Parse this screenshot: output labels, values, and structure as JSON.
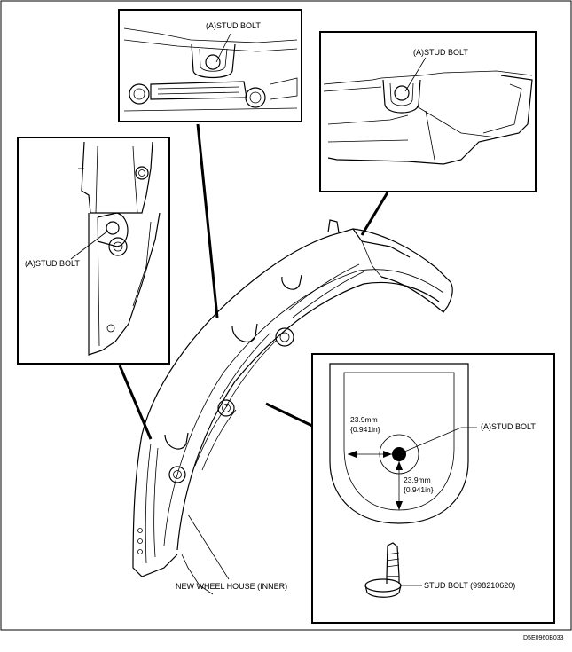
{
  "labels": {
    "stud_bolt_a_top": "(A)STUD BOLT",
    "stud_bolt_a_right": "(A)STUD BOLT",
    "stud_bolt_a_left": "(A)STUD BOLT",
    "stud_bolt_a_detail": "(A)STUD BOLT",
    "dim_horizontal_mm": "23.9mm",
    "dim_horizontal_in": "{0.941in}",
    "dim_vertical_mm": "23.9mm",
    "dim_vertical_in": "{0.941in}",
    "stud_bolt_part": "STUD BOLT (998210620)",
    "wheel_house": "NEW WHEEL HOUSE  (INNER)",
    "figure_code": "D5E0960B033"
  }
}
